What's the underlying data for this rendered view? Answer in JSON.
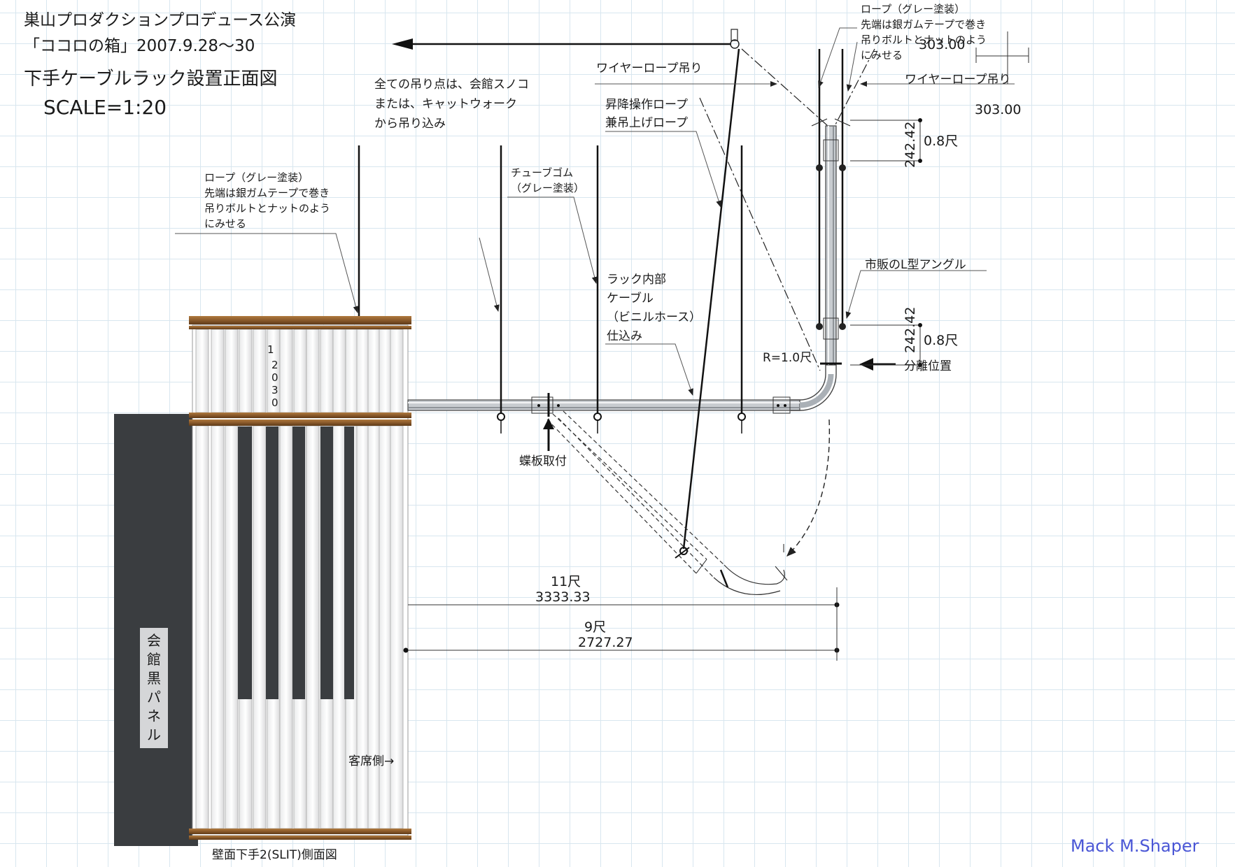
{
  "colors": {
    "background": "#ffffff",
    "grid": "#d8e6ef",
    "panel_dark": "#3a3d40",
    "wood_brown": "#8a5a2b",
    "rack_silver": "#9aa0a6",
    "signature": "#4a56d6"
  },
  "header": {
    "company": "巣山プロダクションプロデュース公演",
    "show": "「ココロの箱」2007.9.28～30",
    "drawing_title": "下手ケーブルラック設置正面図",
    "scale": "SCALE=1:20"
  },
  "notes": {
    "hang_points": [
      "全ての吊り点は、会館スノコ",
      "または、キャットウォーク",
      "から吊り込み"
    ],
    "rope_left": [
      "ロープ（グレー塗装）",
      "先端は銀ガムテープで巻き",
      "吊りボルトとナットのよう",
      "にみせる"
    ],
    "rope_right": [
      "ロープ（グレー塗装）",
      "先端は銀ガムテープで巻き",
      "吊りボルトとナットのよう",
      "にみせる"
    ],
    "wire_rope_1": "ワイヤーロープ吊り",
    "wire_rope_2": "ワイヤーロープ吊り",
    "lift_rope": [
      "昇降操作ロープ",
      "兼吊上げロープ"
    ],
    "tube_rubber": [
      "チューブゴム",
      "（グレー塗装）"
    ],
    "rack_cable": [
      "ラック内部",
      "ケーブル",
      "（ビニルホース）",
      "仕込み"
    ],
    "l_angle": "市販のL型アングル",
    "radius": "R=1.0尺",
    "separation": "分離位置",
    "hinge": "蝶板取付",
    "audience_side": "客席側→",
    "wall_caption": "壁面下手2(SLIT)側面図",
    "black_panel": [
      "会",
      "館",
      "黒",
      "パ",
      "ネ",
      "ル"
    ],
    "hidden_marks": [
      "1",
      "2",
      "0",
      "3",
      "0"
    ]
  },
  "dimensions": {
    "top_303_a": "303.00",
    "top_303_b": "303.00",
    "upper_242": "242.42",
    "upper_08": "0.8尺",
    "lower_242": "242.42",
    "lower_08": "0.8尺",
    "d11_shaku": "11尺",
    "d11_mm": "3333.33",
    "d9_shaku": "9尺",
    "d9_mm": "2727.27"
  },
  "signature": "Mack M.Shaper"
}
